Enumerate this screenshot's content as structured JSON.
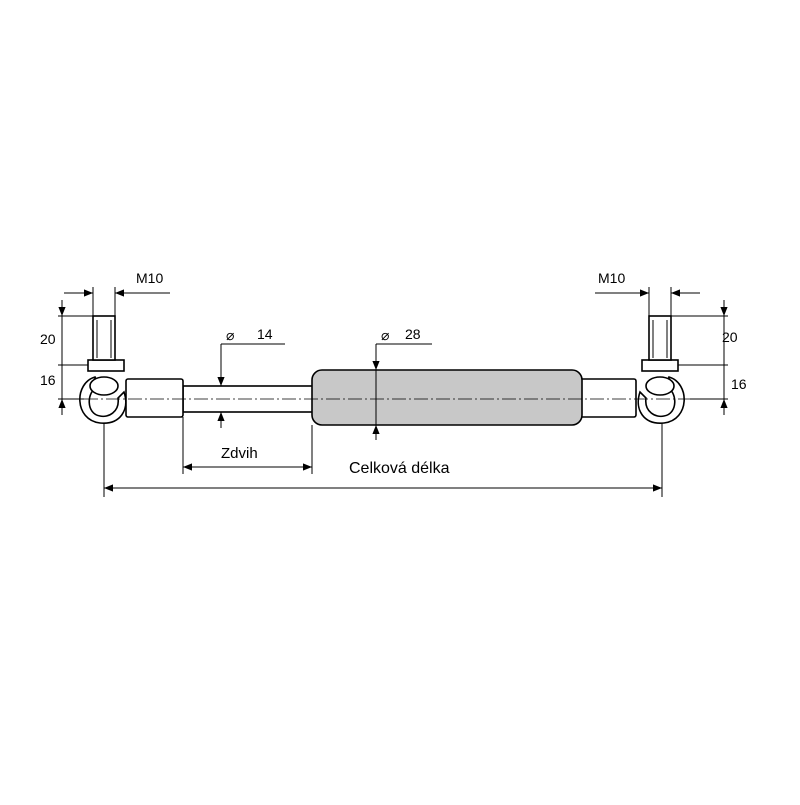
{
  "dimensions": {
    "thread_left": "M10",
    "thread_right": "M10",
    "stud_height_left": "20",
    "stud_height_right": "20",
    "eye_height_left": "16",
    "eye_height_right": "16",
    "rod_diameter_symbol": "⌀",
    "rod_diameter": "14",
    "cylinder_diameter_symbol": "⌀",
    "cylinder_diameter": "28",
    "stroke_label": "Zdvih",
    "total_length_label": "Celková délka"
  },
  "colors": {
    "cylinder_fill": "#c8c8c8",
    "part_fill": "#ffffff",
    "line": "#000000"
  }
}
